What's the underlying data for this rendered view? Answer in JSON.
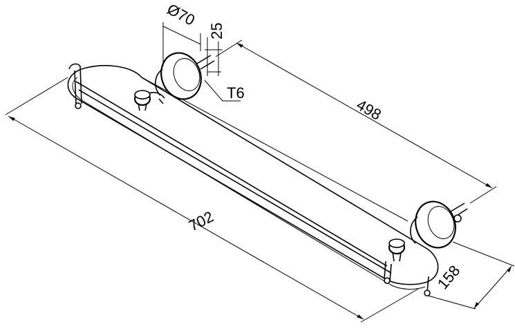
{
  "dimensions": {
    "length_overall": "702",
    "mount_spacing": "498",
    "depth": "158",
    "diameter": "Ø70",
    "height": "25",
    "thread": "T6"
  },
  "colors": {
    "line": "#000000",
    "background": "#ffffff"
  }
}
